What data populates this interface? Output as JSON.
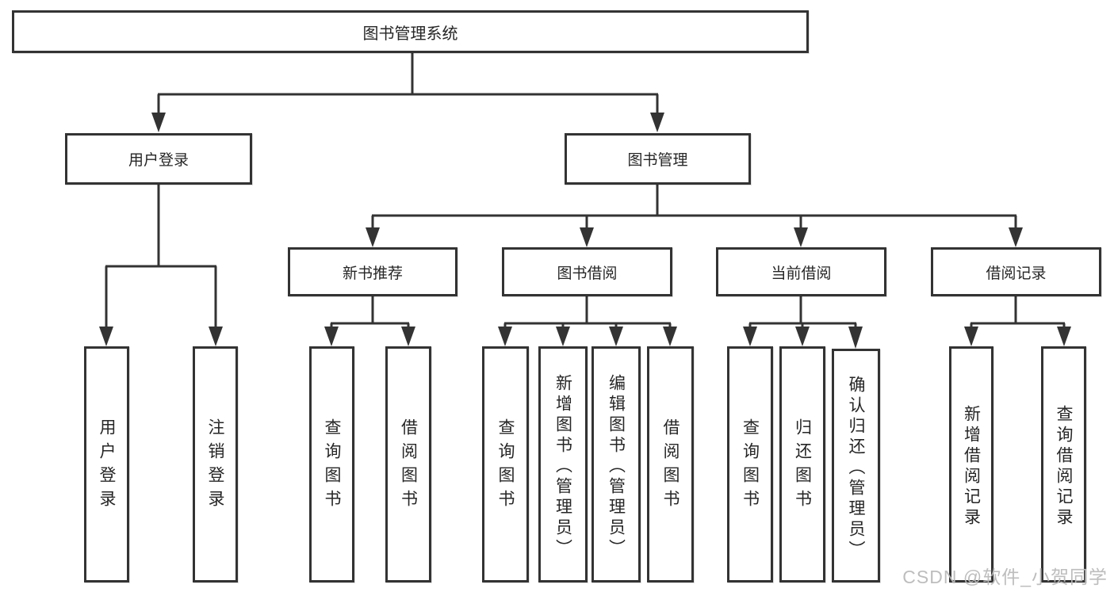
{
  "diagram": {
    "root": "图书管理系统",
    "level2": [
      {
        "label": "用户登录",
        "children": [
          "用户登录",
          "注销登录"
        ]
      },
      {
        "label": "图书管理"
      }
    ],
    "level3": [
      {
        "label": "新书推荐",
        "children": [
          "查询图书",
          "借阅图书"
        ]
      },
      {
        "label": "图书借阅",
        "children": [
          "查询图书",
          "新增图书（管理员）",
          "编辑图书（管理员）",
          "借阅图书"
        ]
      },
      {
        "label": "当前借阅",
        "children": [
          "查询图书",
          "归还图书",
          "确认归还（管理员）"
        ]
      },
      {
        "label": "借阅记录",
        "children": [
          "新增借阅记录",
          "查询借阅记录"
        ]
      }
    ]
  },
  "watermark": "CSDN @软件_小贺同学",
  "colors": {
    "line": "#333333",
    "text": "#262626",
    "background": "#ffffff",
    "watermark": "#b9b9b9"
  }
}
